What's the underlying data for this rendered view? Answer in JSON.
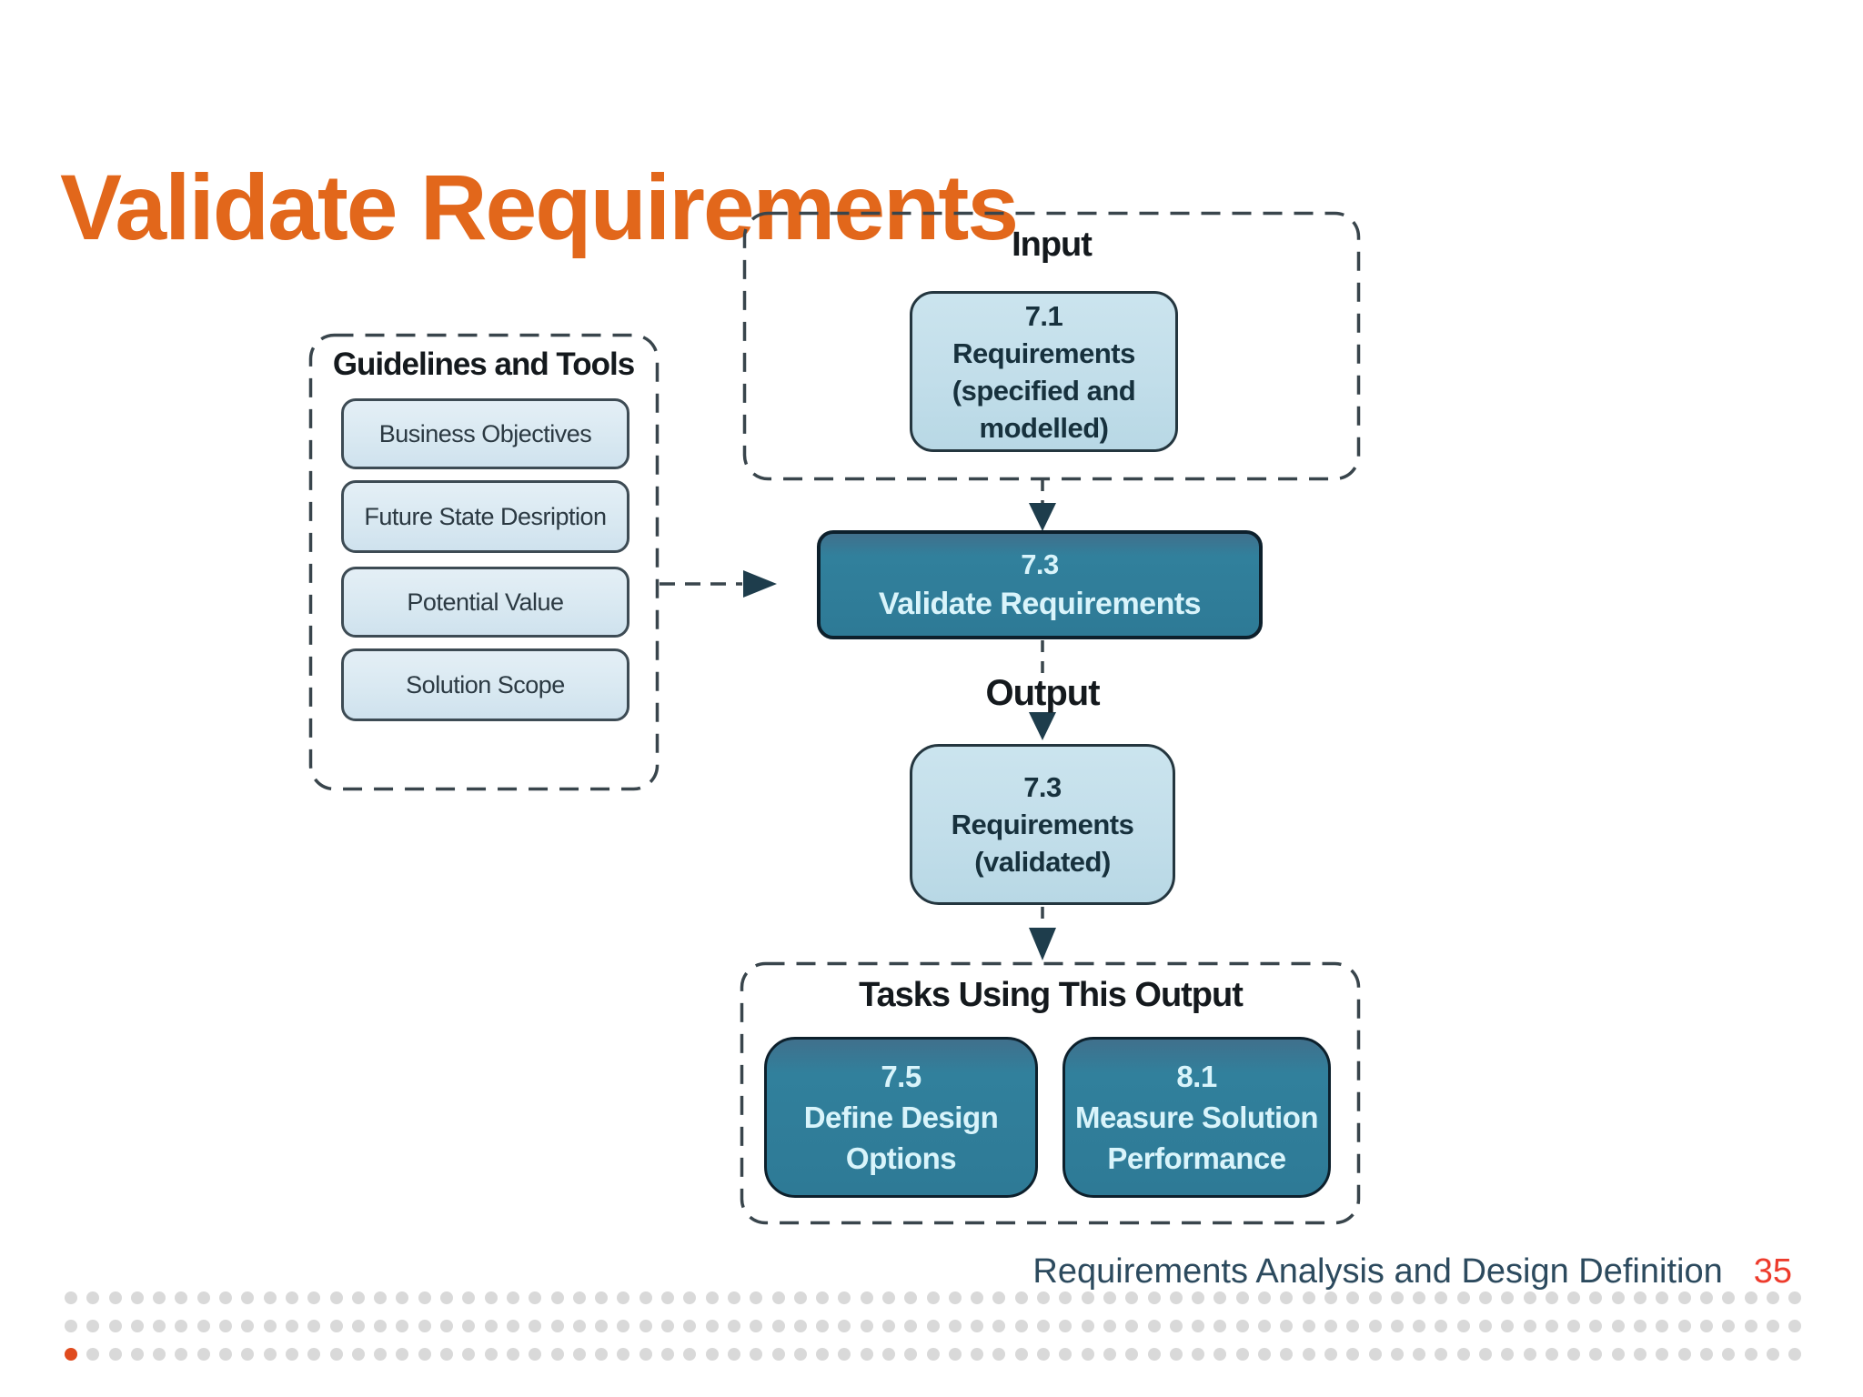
{
  "title": "Validate Requirements",
  "diagram": {
    "guidelines": {
      "label": "Guidelines and Tools",
      "items": [
        {
          "label": "Business Objectives"
        },
        {
          "label": "Future State Desription"
        },
        {
          "label": "Potential Value"
        },
        {
          "label": "Solution Scope"
        }
      ]
    },
    "input": {
      "label": "Input",
      "box": {
        "lines": [
          "7.1",
          "Requirements",
          "(specified and",
          "modelled)"
        ]
      }
    },
    "task": {
      "lines": [
        "7.3",
        "Validate Requirements"
      ]
    },
    "output": {
      "label": "Output",
      "box": {
        "lines": [
          "7.3",
          "Requirements",
          "(validated)"
        ]
      }
    },
    "tasks_using": {
      "label": "Tasks Using This Output",
      "boxes": [
        {
          "lines": [
            "7.5",
            "Define Design",
            "Options"
          ]
        },
        {
          "lines": [
            "8.1",
            "Measure Solution",
            "Performance"
          ]
        }
      ]
    }
  },
  "footer": {
    "label": "Requirements Analysis and Design Definition",
    "page": "35"
  },
  "decor": {
    "dot_rows": 3,
    "dot_cols": 79,
    "accent_row": 2,
    "accent_col": 0,
    "dot_color": "#D9D9D9",
    "accent_dot_color": "#E04B1E"
  },
  "colors": {
    "title_orange": "#E2671B",
    "teal_node": "#2F7D99",
    "light_blue_node": "#C2DEEA",
    "dashed_line": "#39454C",
    "arrowhead": "#1E3D4C",
    "footer_text": "#2C4A5E",
    "page_number_red": "#ED3B2C"
  }
}
